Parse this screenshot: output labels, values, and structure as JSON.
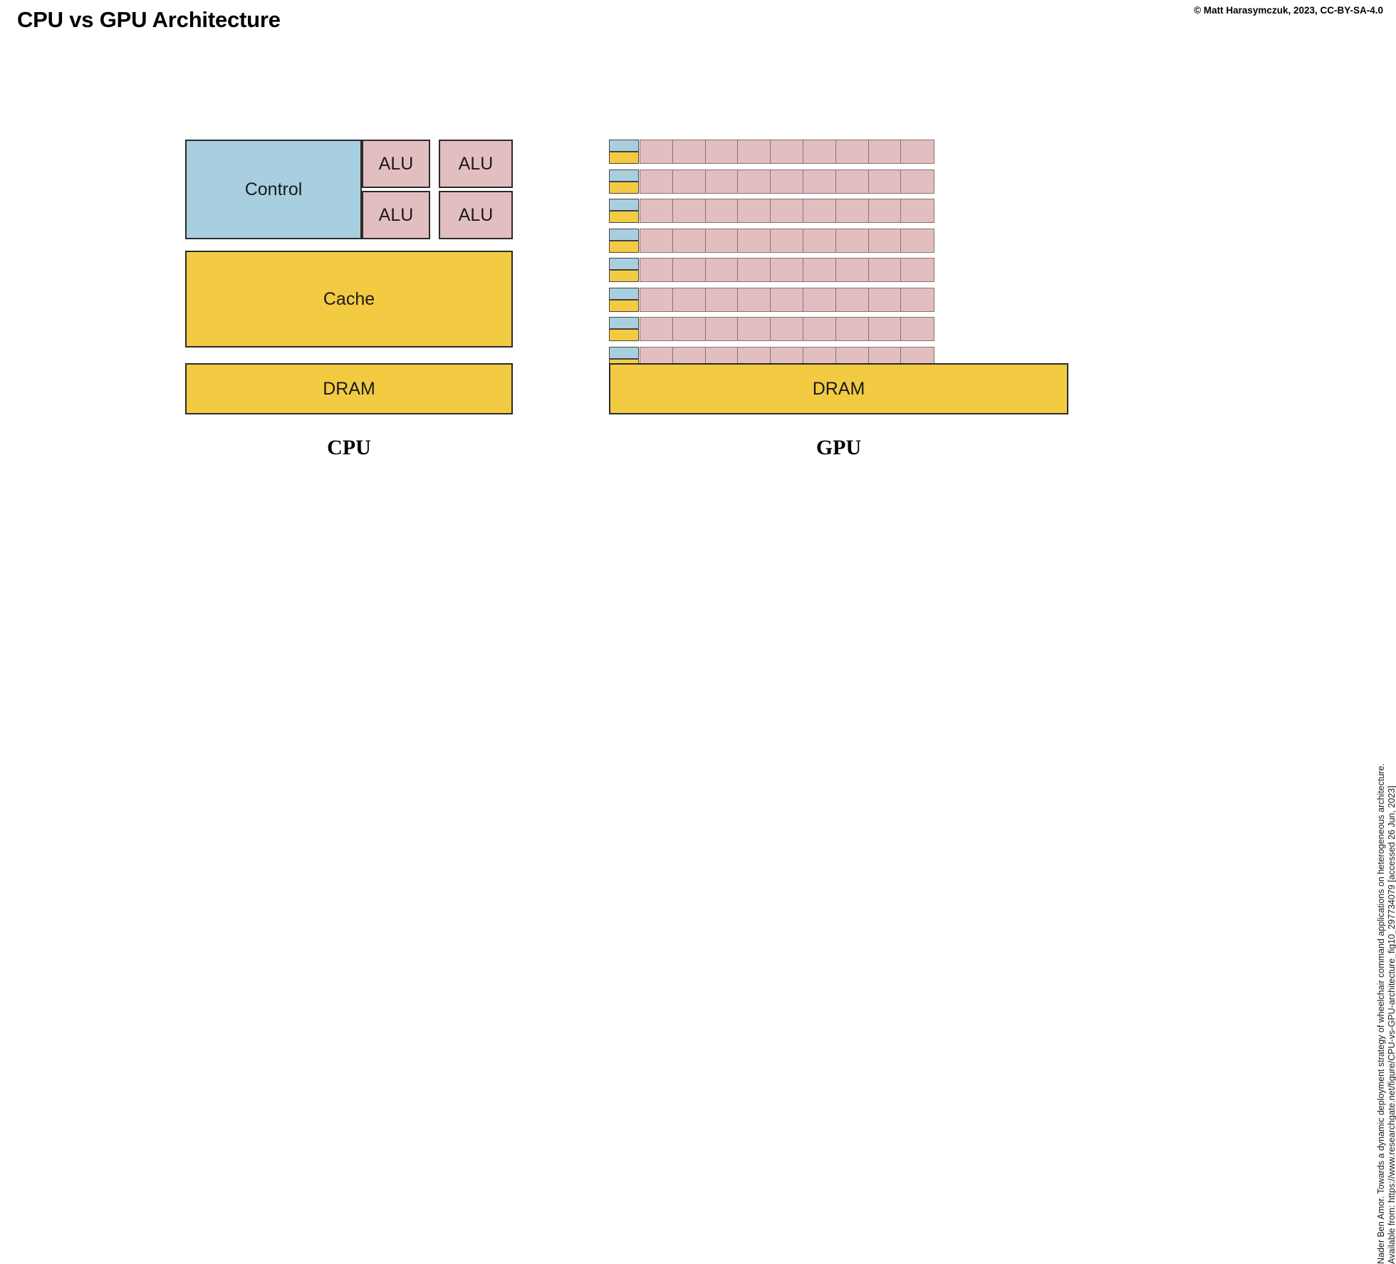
{
  "header": {
    "title": "CPU vs GPU Architecture",
    "copyright": "© Matt Harasymczuk, 2023, CC-BY-SA-4.0"
  },
  "attribution": {
    "line1": "Nader Ben Amor. Towards a dynamic deployment strategy of wheelchair command applications on heterogeneous architecture.",
    "line2": "Available from: https://www.researchgate.net/figure/CPU-vs-GPU-architecture_fig10_297734079 [accessed 26 Jun, 2023]"
  },
  "colors": {
    "control_blue": "#a8cfe0",
    "alu_pink": "#e3bec0",
    "cache_yellow": "#f2cb43",
    "dram_yellow": "#f2cb43",
    "outline": "#2b2b2b",
    "cell_outline": "#8a7070",
    "background": "#ffffff"
  },
  "cpu": {
    "label": "CPU",
    "control_label": "Control",
    "alu_labels": [
      "ALU",
      "ALU",
      "ALU",
      "ALU"
    ],
    "cache_label": "Cache",
    "dram_label": "DRAM"
  },
  "gpu": {
    "label": "GPU",
    "dram_label": "DRAM",
    "rows": 8,
    "cells_per_row": 9,
    "row_mini_blocks": [
      "control",
      "cache"
    ]
  }
}
